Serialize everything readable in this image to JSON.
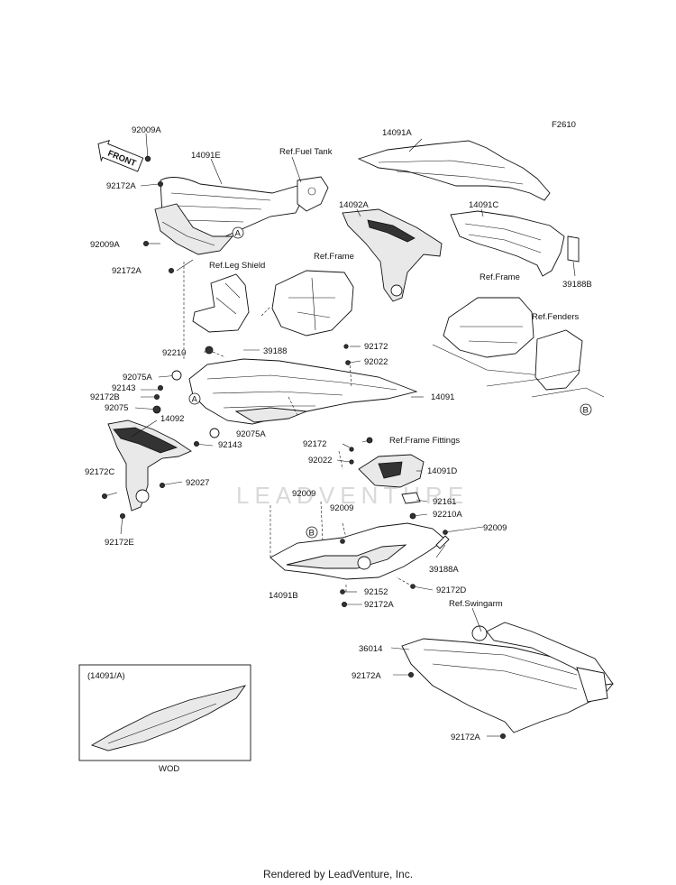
{
  "figure_code": "F2610",
  "watermark": "LEADVENTURE",
  "front_badge": "FRONT",
  "refs": {
    "fuel_tank": "Ref.Fuel Tank",
    "leg_shield": "Ref.Leg Shield",
    "frame_center": "Ref.Frame",
    "frame_right": "Ref.Frame",
    "fenders": "Ref.Fenders",
    "frame_fittings": "Ref.Frame Fittings",
    "swingarm": "Ref.Swingarm"
  },
  "callouts": {
    "a": "A",
    "b": "B"
  },
  "parts": {
    "p92009A_top": "92009A",
    "p14091E": "14091E",
    "p92172A_top": "92172A",
    "p92009A_mid": "92009A",
    "p92172A_mid": "92172A",
    "p14091A": "14091A",
    "p14092A": "14092A",
    "p14091C": "14091C",
    "p39188B": "39188B",
    "p92210": "92210",
    "p39188": "39188",
    "p92172_r": "92172",
    "p92022_r": "92022",
    "p92075A_l": "92075A",
    "p92143_l": "92143",
    "p92172B": "92172B",
    "p92075": "92075",
    "p14091": "14091",
    "p14092": "14092",
    "p92075A_c": "92075A",
    "p92143_c": "92143",
    "p92172C": "92172C",
    "p92027": "92027",
    "p92172E": "92172E",
    "p92172_c": "92172",
    "p92022_c": "92022",
    "p14091D": "14091D",
    "p92161": "92161",
    "p92210A": "92210A",
    "p92009_a": "92009",
    "p92009_b": "92009",
    "p92009_c": "92009",
    "p39188A": "39188A",
    "p14091B": "14091B",
    "p92152": "92152",
    "p92172D": "92172D",
    "p92172A_low": "92172A",
    "p36014": "36014",
    "p92172A_g1": "92172A",
    "p92172A_g2": "92172A"
  },
  "inset": {
    "title": "(14091/A)",
    "caption": "WOD"
  },
  "footer": "Rendered by LeadVenture, Inc."
}
